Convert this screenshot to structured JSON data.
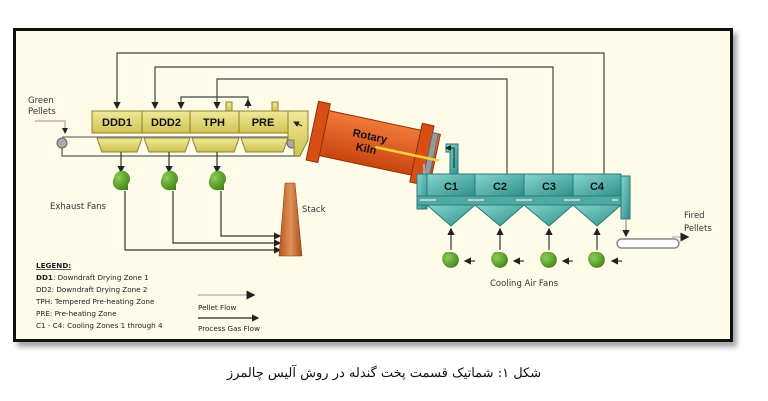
{
  "diagram": {
    "preheater_zones": [
      {
        "id": "DDD1",
        "label": "DDD1"
      },
      {
        "id": "DDD2",
        "label": "DDD2"
      },
      {
        "id": "TPH",
        "label": "TPH"
      },
      {
        "id": "PRE",
        "label": "PRE"
      }
    ],
    "cooler_zones": [
      {
        "id": "C1",
        "label": "C1"
      },
      {
        "id": "C2",
        "label": "C2"
      },
      {
        "id": "C3",
        "label": "C3"
      },
      {
        "id": "C4",
        "label": "C4"
      }
    ],
    "kiln_label_line1": "Rotary",
    "kiln_label_line2": "Kiln",
    "green_pellets_line1": "Green",
    "green_pellets_line2": "Pellets",
    "fired_pellets_line1": "Fired",
    "fired_pellets_line2": "Pellets",
    "exhaust_fans_label": "Exhaust Fans",
    "stack_label": "Stack",
    "cooling_air_fans_label": "Cooling Air Fans",
    "colors": {
      "preheater": "#e8df7a",
      "kiln": "#e0561c",
      "cooler": "#5fbdb6",
      "fan": "#5a9a2a",
      "stack": "#c46a2e",
      "background": "#fffbe9"
    }
  },
  "legend": {
    "title": "LEGEND:",
    "items": [
      {
        "key": "DD1",
        "text": ": Downdraft Drying Zone 1"
      },
      {
        "key": "DD2",
        "text": ": Downdraft Drying Zone 2"
      },
      {
        "key": "TPH",
        "text": ": Tempered Pre-heating Zone"
      },
      {
        "key": "PRE",
        "text": ": Pre-heating Zone"
      },
      {
        "key": "C1 - C4",
        "text": ": Cooling Zones 1 through 4"
      }
    ],
    "pellet_flow": "Pellet Flow",
    "process_gas_flow": "Process Gas Flow"
  },
  "caption": "شکل ۱: شماتیک قسمت پخت گندله در روش آلیس چالمرز"
}
